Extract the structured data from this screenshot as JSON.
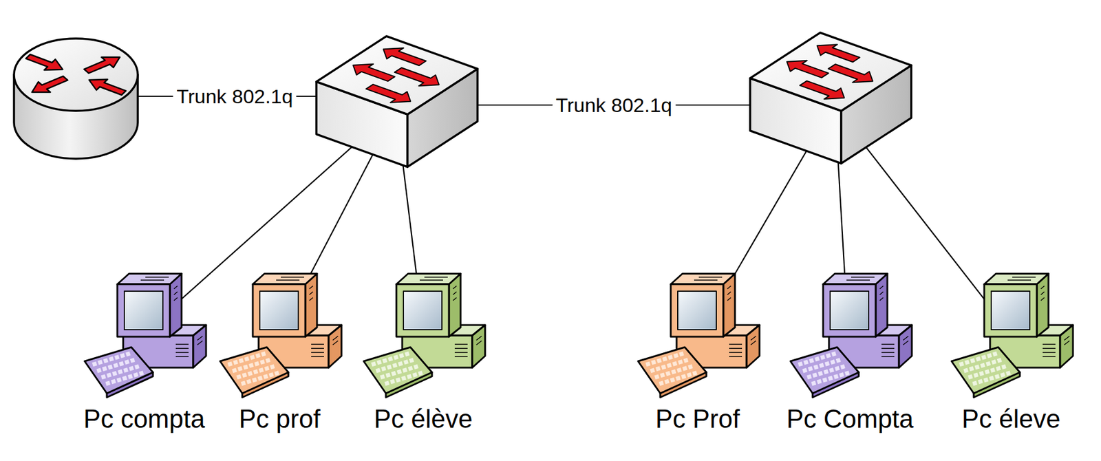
{
  "diagram": {
    "nodes": [
      {
        "text": []
      },
      {
        "text": []
      },
      {
        "text": []
      },
      {
        "text": [
          "Pc compta"
        ]
      },
      {
        "text": [
          "Pc prof"
        ]
      },
      {
        "text": [
          "Pc élève"
        ]
      },
      {
        "text": [
          "Pc Prof"
        ]
      },
      {
        "text": [
          "Pc Compta"
        ]
      },
      {
        "text": [
          "Pc éleve"
        ]
      }
    ],
    "edges": [
      {
        "from": 0,
        "to": 1,
        "label": "Trunk 802.1q",
        "arrow": "none"
      },
      {
        "from": 1,
        "to": 2,
        "label": "Trunk 802.1q",
        "arrow": "none"
      },
      {
        "from": 1,
        "to": 3,
        "arrow": "none"
      },
      {
        "from": 1,
        "to": 4,
        "arrow": "none"
      },
      {
        "from": 1,
        "to": 5,
        "arrow": "none"
      },
      {
        "from": 2,
        "to": 6,
        "arrow": "none"
      },
      {
        "from": 2,
        "to": 7,
        "arrow": "none"
      },
      {
        "from": 2,
        "to": 8,
        "arrow": "none"
      }
    ]
  }
}
